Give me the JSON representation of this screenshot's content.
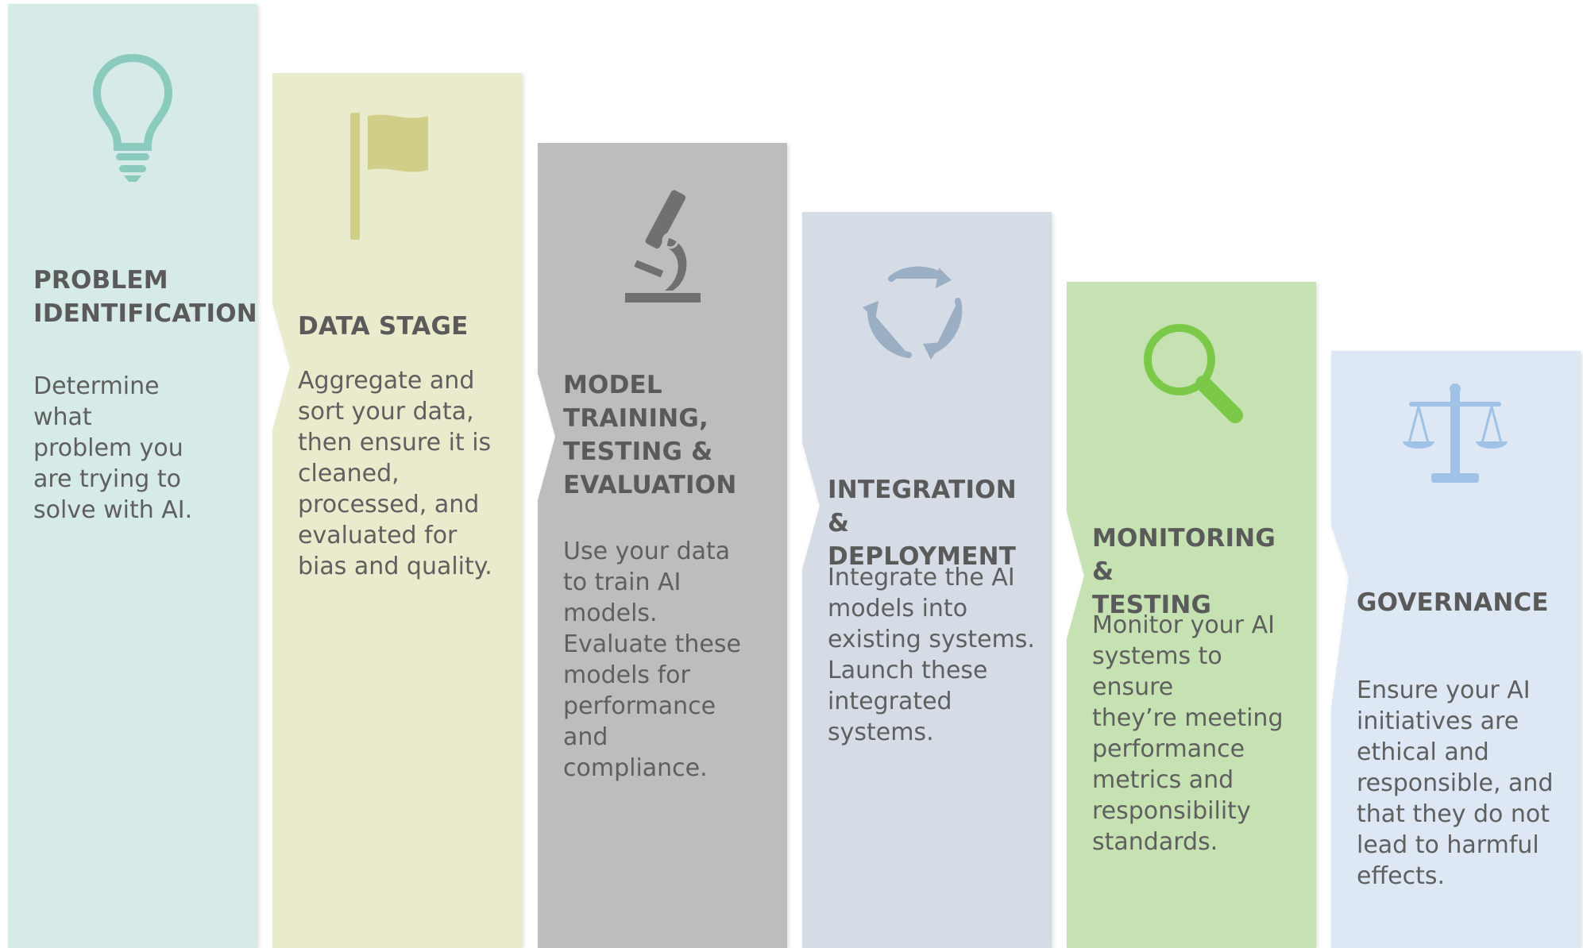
{
  "steps": [
    {
      "title": "PROBLEM\nIDENTIFICATION",
      "description": "Determine\nwhat\nproblem you\nare trying to\nsolve with AI.",
      "icon": "lightbulb-icon",
      "color": "#d6eae7",
      "icon_color": "#8acbbd"
    },
    {
      "title": "DATA STAGE",
      "description": "Aggregate and\nsort your data,\nthen ensure it is\ncleaned,\nprocessed, and\nevaluated for\nbias and quality.",
      "icon": "flag-icon",
      "color": "#eaeacc",
      "icon_color": "#cfcf8a"
    },
    {
      "title": "MODEL\nTRAINING,\nTESTING &\nEVALUATION",
      "description": "Use your data\nto train AI\nmodels.\nEvaluate these\nmodels for\nperformance\nand\ncompliance.",
      "icon": "microscope-icon",
      "color": "#bdbdbd",
      "icon_color": "#707070"
    },
    {
      "title": "INTEGRATION\n& DEPLOYMENT",
      "description": "Integrate the AI\nmodels into\nexisting systems.\nLaunch these\nintegrated\nsystems.",
      "icon": "cycle-arrows-icon",
      "color": "#d5dce5",
      "icon_color": "#9aaec4"
    },
    {
      "title": "MONITORING &\nTESTING",
      "description": "Monitor your AI\nsystems to ensure\nthey’re meeting\nperformance\nmetrics and\nresponsibility\nstandards.",
      "icon": "magnifier-icon",
      "color": "#c6e2b3",
      "icon_color": "#7cc94a"
    },
    {
      "title": "GOVERNANCE",
      "description": "Ensure your AI\ninitiatives are\nethical and\nresponsible, and\nthat they do not\nlead to harmful\neffects.",
      "icon": "scales-icon",
      "color": "#dde8f4",
      "icon_color": "#9fc2e6"
    }
  ]
}
